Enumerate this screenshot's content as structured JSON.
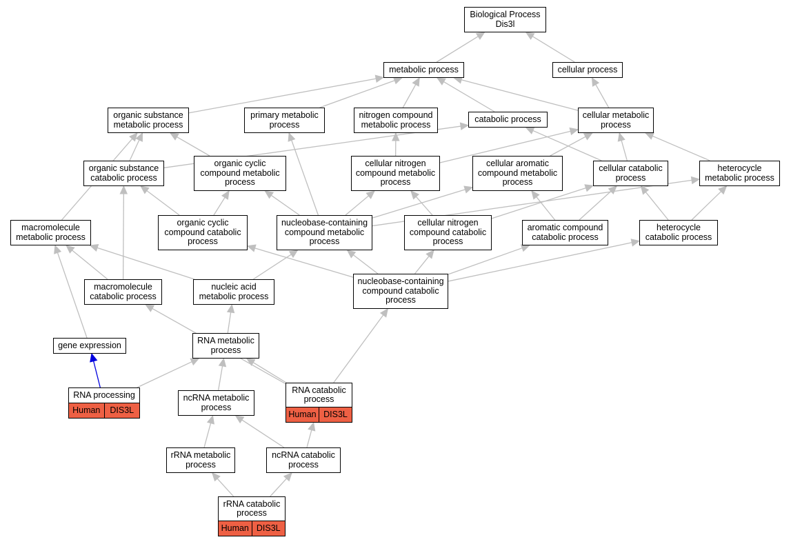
{
  "colors": {
    "edge": "#bfbfbf",
    "highlight_edge": "#0000dd",
    "annotation_fill": "#ee6044",
    "node_border": "#000000"
  },
  "nodes": {
    "bp": {
      "lines": [
        "Biological Process",
        "Dis3l"
      ]
    },
    "metabolic": {
      "lines": [
        "metabolic process"
      ]
    },
    "cellular": {
      "lines": [
        "cellular process"
      ]
    },
    "organic_subst_met": {
      "lines": [
        "organic substance",
        "metabolic process"
      ]
    },
    "primary_met": {
      "lines": [
        "primary metabolic",
        "process"
      ]
    },
    "nitrogen_cmpd_met": {
      "lines": [
        "nitrogen compound",
        "metabolic process"
      ]
    },
    "catabolic": {
      "lines": [
        "catabolic process"
      ]
    },
    "cellular_met": {
      "lines": [
        "cellular metabolic",
        "process"
      ]
    },
    "organic_subst_cat": {
      "lines": [
        "organic substance",
        "catabolic process"
      ]
    },
    "organic_cyclic_met": {
      "lines": [
        "organic cyclic",
        "compound metabolic",
        "process"
      ]
    },
    "cell_nitrogen_met": {
      "lines": [
        "cellular nitrogen",
        "compound metabolic",
        "process"
      ]
    },
    "cell_aromatic_met": {
      "lines": [
        "cellular aromatic",
        "compound metabolic",
        "process"
      ]
    },
    "cellular_cat": {
      "lines": [
        "cellular catabolic",
        "process"
      ]
    },
    "heterocycle_met": {
      "lines": [
        "heterocycle",
        "metabolic process"
      ]
    },
    "macromolecule_met": {
      "lines": [
        "macromolecule",
        "metabolic process"
      ]
    },
    "organic_cyclic_cat": {
      "lines": [
        "organic cyclic",
        "compound catabolic",
        "process"
      ]
    },
    "nucleobase_met": {
      "lines": [
        "nucleobase-containing",
        "compound metabolic",
        "process"
      ]
    },
    "cell_nitrogen_cat": {
      "lines": [
        "cellular nitrogen",
        "compound catabolic",
        "process"
      ]
    },
    "aromatic_cat": {
      "lines": [
        "aromatic compound",
        "catabolic process"
      ]
    },
    "heterocycle_cat": {
      "lines": [
        "heterocycle",
        "catabolic process"
      ]
    },
    "macromolecule_cat": {
      "lines": [
        "macromolecule",
        "catabolic process"
      ]
    },
    "nucleic_acid_met": {
      "lines": [
        "nucleic acid",
        "metabolic process"
      ]
    },
    "nucleobase_cat": {
      "lines": [
        "nucleobase-containing",
        "compound catabolic",
        "process"
      ]
    },
    "gene_expression": {
      "lines": [
        "gene expression"
      ]
    },
    "rna_met": {
      "lines": [
        "RNA metabolic",
        "process"
      ]
    },
    "rna_processing": {
      "lines": [
        "RNA processing"
      ],
      "annotation": [
        "Human",
        "DIS3L"
      ]
    },
    "ncrna_met": {
      "lines": [
        "ncRNA metabolic",
        "process"
      ]
    },
    "rna_cat": {
      "lines": [
        "RNA catabolic",
        "process"
      ],
      "annotation": [
        "Human",
        "DIS3L"
      ]
    },
    "rrna_met": {
      "lines": [
        "rRNA metabolic",
        "process"
      ]
    },
    "ncrna_cat": {
      "lines": [
        "ncRNA catabolic",
        "process"
      ]
    },
    "rrna_cat": {
      "lines": [
        "rRNA catabolic",
        "process"
      ],
      "annotation": [
        "Human",
        "DIS3L"
      ]
    }
  },
  "edges": [
    {
      "from": "metabolic",
      "to": "bp"
    },
    {
      "from": "cellular",
      "to": "bp"
    },
    {
      "from": "organic_subst_met",
      "to": "metabolic"
    },
    {
      "from": "primary_met",
      "to": "metabolic"
    },
    {
      "from": "nitrogen_cmpd_met",
      "to": "metabolic"
    },
    {
      "from": "catabolic",
      "to": "metabolic"
    },
    {
      "from": "cellular_met",
      "to": "metabolic"
    },
    {
      "from": "cellular_met",
      "to": "cellular"
    },
    {
      "from": "organic_subst_cat",
      "to": "organic_subst_met"
    },
    {
      "from": "organic_subst_cat",
      "to": "catabolic"
    },
    {
      "from": "organic_cyclic_met",
      "to": "organic_subst_met"
    },
    {
      "from": "cell_nitrogen_met",
      "to": "nitrogen_cmpd_met"
    },
    {
      "from": "cell_nitrogen_met",
      "to": "cellular_met"
    },
    {
      "from": "cell_aromatic_met",
      "to": "cellular_met"
    },
    {
      "from": "cellular_cat",
      "to": "catabolic"
    },
    {
      "from": "cellular_cat",
      "to": "cellular_met"
    },
    {
      "from": "heterocycle_met",
      "to": "cellular_met"
    },
    {
      "from": "macromolecule_met",
      "to": "organic_subst_met"
    },
    {
      "from": "organic_cyclic_cat",
      "to": "organic_subst_cat"
    },
    {
      "from": "organic_cyclic_cat",
      "to": "organic_cyclic_met"
    },
    {
      "from": "nucleobase_met",
      "to": "primary_met"
    },
    {
      "from": "nucleobase_met",
      "to": "organic_cyclic_met"
    },
    {
      "from": "nucleobase_met",
      "to": "cell_nitrogen_met"
    },
    {
      "from": "nucleobase_met",
      "to": "cell_aromatic_met"
    },
    {
      "from": "nucleobase_met",
      "to": "heterocycle_met"
    },
    {
      "from": "cell_nitrogen_cat",
      "to": "cell_nitrogen_met"
    },
    {
      "from": "cell_nitrogen_cat",
      "to": "cellular_cat"
    },
    {
      "from": "aromatic_cat",
      "to": "cell_aromatic_met"
    },
    {
      "from": "aromatic_cat",
      "to": "cellular_cat"
    },
    {
      "from": "heterocycle_cat",
      "to": "cellular_cat"
    },
    {
      "from": "heterocycle_cat",
      "to": "heterocycle_met"
    },
    {
      "from": "macromolecule_cat",
      "to": "organic_subst_cat"
    },
    {
      "from": "macromolecule_cat",
      "to": "macromolecule_met"
    },
    {
      "from": "nucleic_acid_met",
      "to": "macromolecule_met"
    },
    {
      "from": "nucleic_acid_met",
      "to": "nucleobase_met"
    },
    {
      "from": "nucleobase_cat",
      "to": "organic_cyclic_cat"
    },
    {
      "from": "nucleobase_cat",
      "to": "nucleobase_met"
    },
    {
      "from": "nucleobase_cat",
      "to": "cell_nitrogen_cat"
    },
    {
      "from": "nucleobase_cat",
      "to": "aromatic_cat"
    },
    {
      "from": "nucleobase_cat",
      "to": "heterocycle_cat"
    },
    {
      "from": "gene_expression",
      "to": "macromolecule_met"
    },
    {
      "from": "rna_met",
      "to": "nucleic_acid_met"
    },
    {
      "from": "rna_processing",
      "to": "gene_expression",
      "highlight": true
    },
    {
      "from": "rna_processing",
      "to": "rna_met"
    },
    {
      "from": "ncrna_met",
      "to": "rna_met"
    },
    {
      "from": "rna_cat",
      "to": "rna_met"
    },
    {
      "from": "rna_cat",
      "to": "macromolecule_cat"
    },
    {
      "from": "rna_cat",
      "to": "nucleobase_cat"
    },
    {
      "from": "rrna_met",
      "to": "ncrna_met"
    },
    {
      "from": "ncrna_cat",
      "to": "ncrna_met"
    },
    {
      "from": "ncrna_cat",
      "to": "rna_cat"
    },
    {
      "from": "rrna_cat",
      "to": "rrna_met"
    },
    {
      "from": "rrna_cat",
      "to": "ncrna_cat"
    }
  ]
}
